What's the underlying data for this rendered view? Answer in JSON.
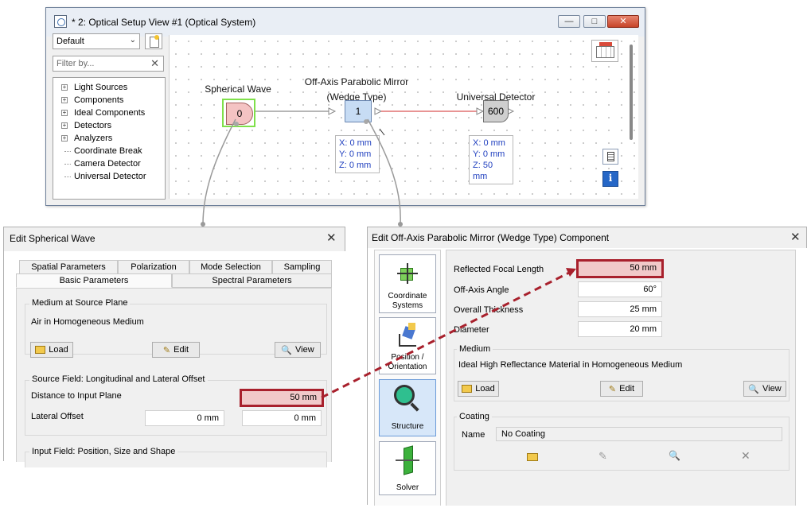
{
  "setup_window": {
    "title": "* 2: Optical Setup View #1 (Optical System)",
    "combo_value": "Default",
    "filter_placeholder": "Filter by...",
    "tree": [
      {
        "label": "Light Sources",
        "expandable": true
      },
      {
        "label": "Components",
        "expandable": true
      },
      {
        "label": "Ideal Components",
        "expandable": true
      },
      {
        "label": "Detectors",
        "expandable": true
      },
      {
        "label": "Analyzers",
        "expandable": true
      },
      {
        "label": "Coordinate Break",
        "expandable": false
      },
      {
        "label": "Camera Detector",
        "expandable": false
      },
      {
        "label": "Universal Detector",
        "expandable": false
      }
    ],
    "nodes": {
      "source": {
        "label": "Spherical Wave",
        "id": "0"
      },
      "mirror": {
        "label_line1": "Off-Axis Parabolic Mirror",
        "label_line2": "(Wedge Type)",
        "id": "1",
        "coords": [
          "X: 0 mm",
          "Y: 0 mm",
          "Z: 0 mm"
        ]
      },
      "detector": {
        "label": "Universal Detector",
        "id": "600",
        "coords": [
          "X: 0 mm",
          "Y: 0 mm",
          "Z: 50 mm"
        ]
      }
    }
  },
  "spherical_dialog": {
    "title": "Edit Spherical Wave",
    "tabs_row1": [
      "Spatial Parameters",
      "Polarization",
      "Mode Selection",
      "Sampling"
    ],
    "tabs_row2": [
      "Basic Parameters",
      "Spectral Parameters"
    ],
    "medium_group": {
      "title": "Medium at Source Plane",
      "value": "Air in Homogeneous Medium",
      "load": "Load",
      "edit": "Edit",
      "view": "View"
    },
    "offset_group": {
      "title": "Source Field: Longitudinal and Lateral Offset",
      "distance_label": "Distance to Input Plane",
      "distance_value": "50 mm",
      "lateral_label": "Lateral Offset",
      "lateral_x": "0 mm",
      "lateral_y": "0 mm"
    },
    "input_group_title": "Input Field: Position, Size and Shape"
  },
  "mirror_dialog": {
    "title": "Edit Off-Axis Parabolic Mirror (Wedge Type) Component",
    "nav": [
      {
        "label": "Coordinate Systems",
        "selected": false
      },
      {
        "label": "Position / Orientation",
        "selected": false
      },
      {
        "label": "Structure",
        "selected": true
      },
      {
        "label": "Solver",
        "selected": false
      }
    ],
    "params": [
      {
        "label": "Reflected Focal Length",
        "value": "50 mm",
        "highlight": true
      },
      {
        "label": "Off-Axis Angle",
        "value": "60°",
        "highlight": false
      },
      {
        "label": "Overall Thickness",
        "value": "25 mm",
        "highlight": false
      },
      {
        "label": "Diameter",
        "value": "20 mm",
        "highlight": false
      }
    ],
    "medium_group": {
      "title": "Medium",
      "value": "Ideal High Reflectance Material in Homogeneous Medium",
      "load": "Load",
      "edit": "Edit",
      "view": "View"
    },
    "coating_group": {
      "title": "Coating",
      "name_label": "Name",
      "name_value": "No Coating"
    }
  },
  "colors": {
    "highlight_border": "#a8202c",
    "highlight_fill": "#f1c9c9",
    "link_red": "#e07070",
    "coord_blue": "#1f3fbf"
  }
}
